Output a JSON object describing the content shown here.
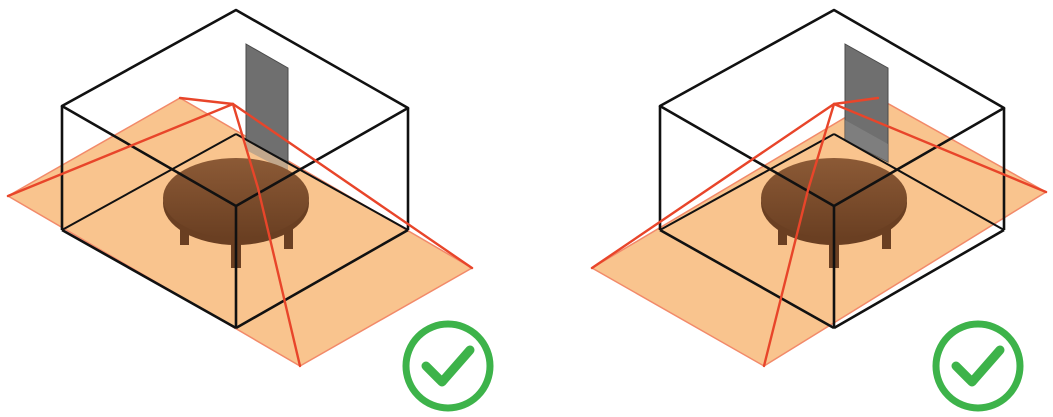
{
  "colors": {
    "floor_fill": "#f7b36e",
    "sensor_line": "#e8452a",
    "room_outline": "#111111",
    "door": "#6f6f6f",
    "table": "#7a4a2a",
    "check": "#3db34a"
  },
  "panels": [
    {
      "id": "left",
      "check_icon": "check-circle-icon",
      "status": "valid"
    },
    {
      "id": "right",
      "check_icon": "check-circle-icon",
      "status": "valid"
    }
  ]
}
